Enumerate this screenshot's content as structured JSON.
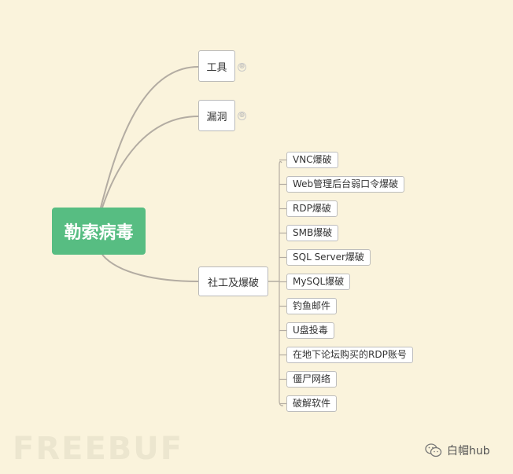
{
  "root": {
    "label": "勒索病毒"
  },
  "branches": [
    {
      "label": "工具",
      "collapsed_symbol": "⊕"
    },
    {
      "label": "漏洞",
      "collapsed_symbol": "⊕"
    },
    {
      "label": "社工及爆破"
    }
  ],
  "leaves": [
    "VNC爆破",
    "Web管理后台弱口令爆破",
    "RDP爆破",
    "SMB爆破",
    "SQL Server爆破",
    "MySQL爆破",
    "钓鱼邮件",
    "U盘投毒",
    "在地下论坛购买的RDP账号",
    "僵尸网络",
    "破解软件"
  ],
  "watermark": {
    "text": "FREEBUF"
  },
  "brand": {
    "text": "白帽hub",
    "icon": "wechat-icon"
  },
  "colors": {
    "root": "#57bd82",
    "background": "#faf3dc",
    "line": "#b3aca2"
  }
}
